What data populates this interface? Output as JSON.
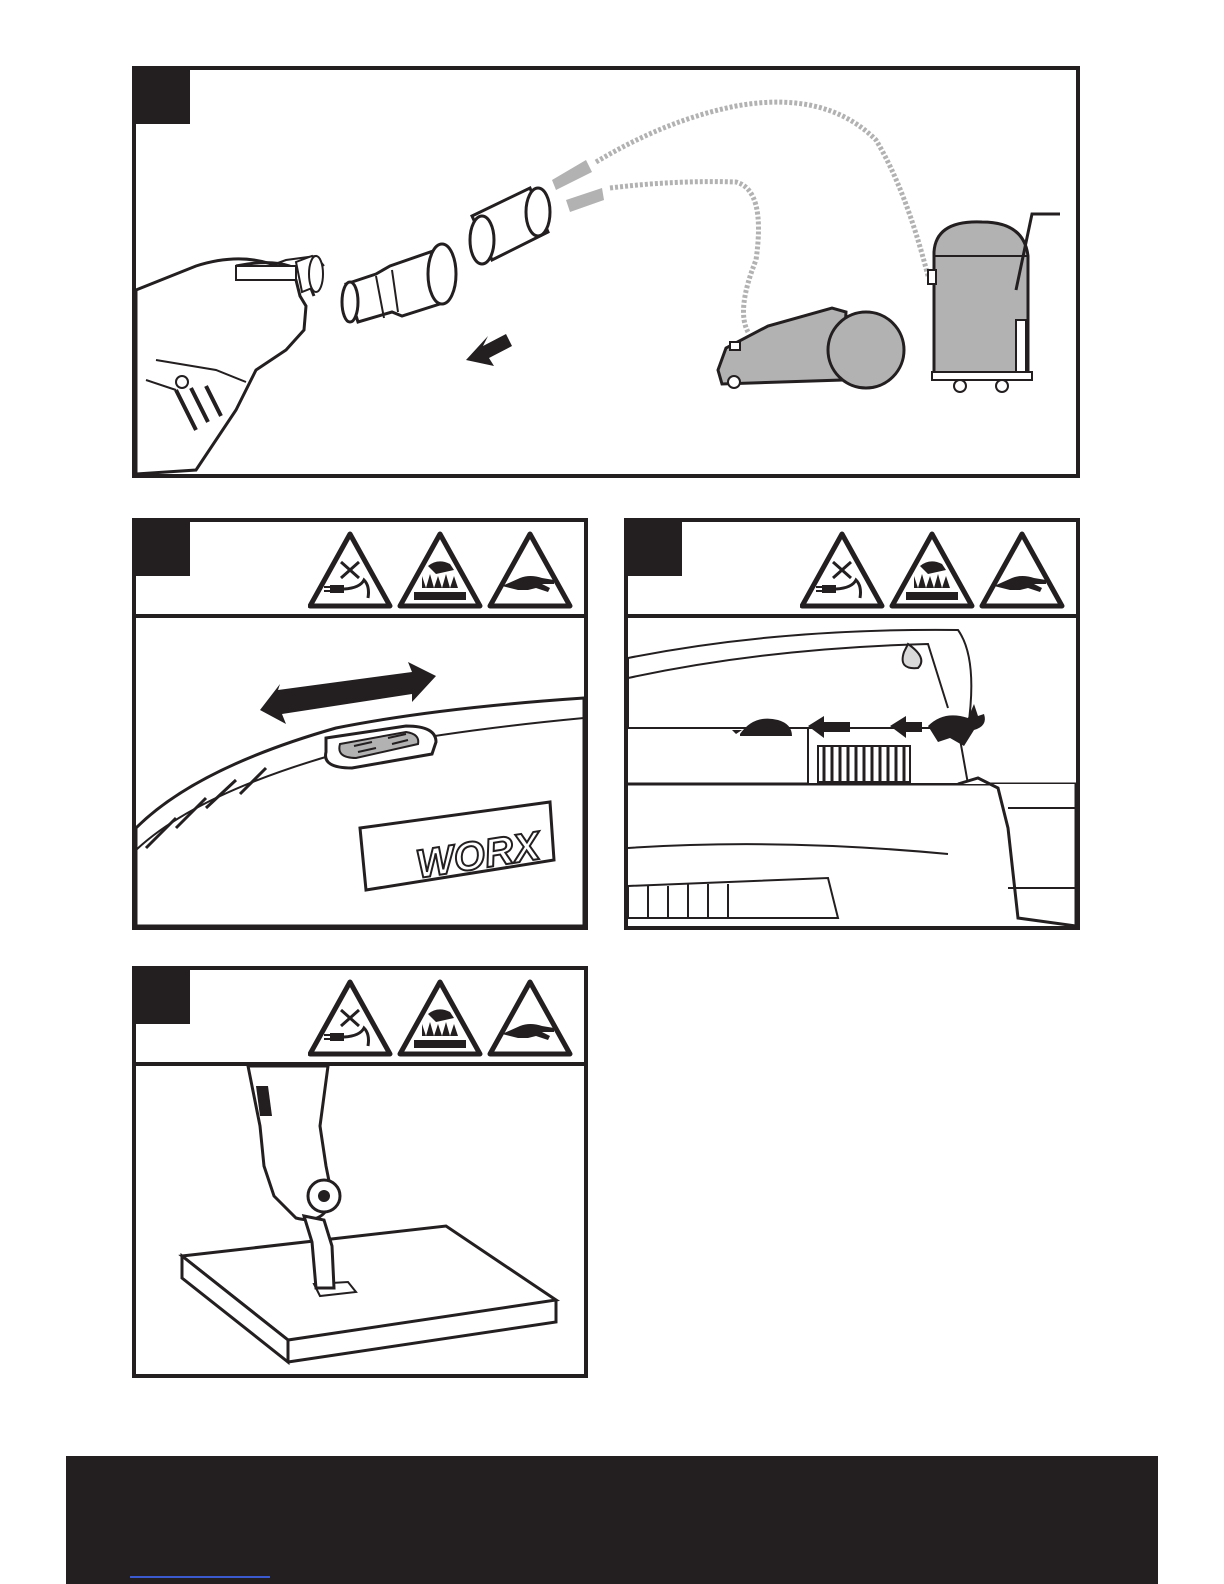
{
  "figures": [
    {
      "id": "fig-1",
      "content": "dust-extraction-adapters"
    },
    {
      "id": "fig-2",
      "content": "on-off-switch",
      "logo": "WORX"
    },
    {
      "id": "fig-3",
      "content": "speed-control-dial"
    },
    {
      "id": "fig-4",
      "content": "plunge-cut"
    }
  ],
  "warning_icons": [
    "unplug-icon",
    "sharp-blade-icon",
    "hand-hazard-icon"
  ],
  "colors": {
    "ink": "#231f20",
    "grey": "#b2b2b2",
    "light_grey": "#d9d9d9",
    "link": "#3c5ad0"
  }
}
